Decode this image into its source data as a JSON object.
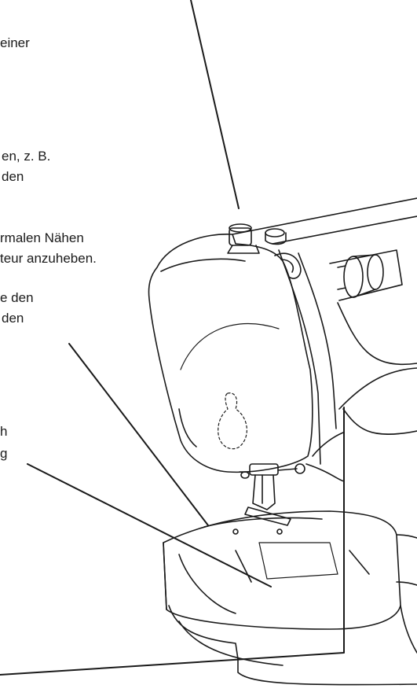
{
  "labels": {
    "t1": "einer",
    "t2": "en, z. B.",
    "t3": "den",
    "t4": "rmalen Nähen",
    "t5": "teur anzuheben.",
    "t6": "e den",
    "t7": "den",
    "t8": "h",
    "t9": "g"
  },
  "colors": {
    "ink": "#1a1a1a",
    "background": "#ffffff"
  }
}
